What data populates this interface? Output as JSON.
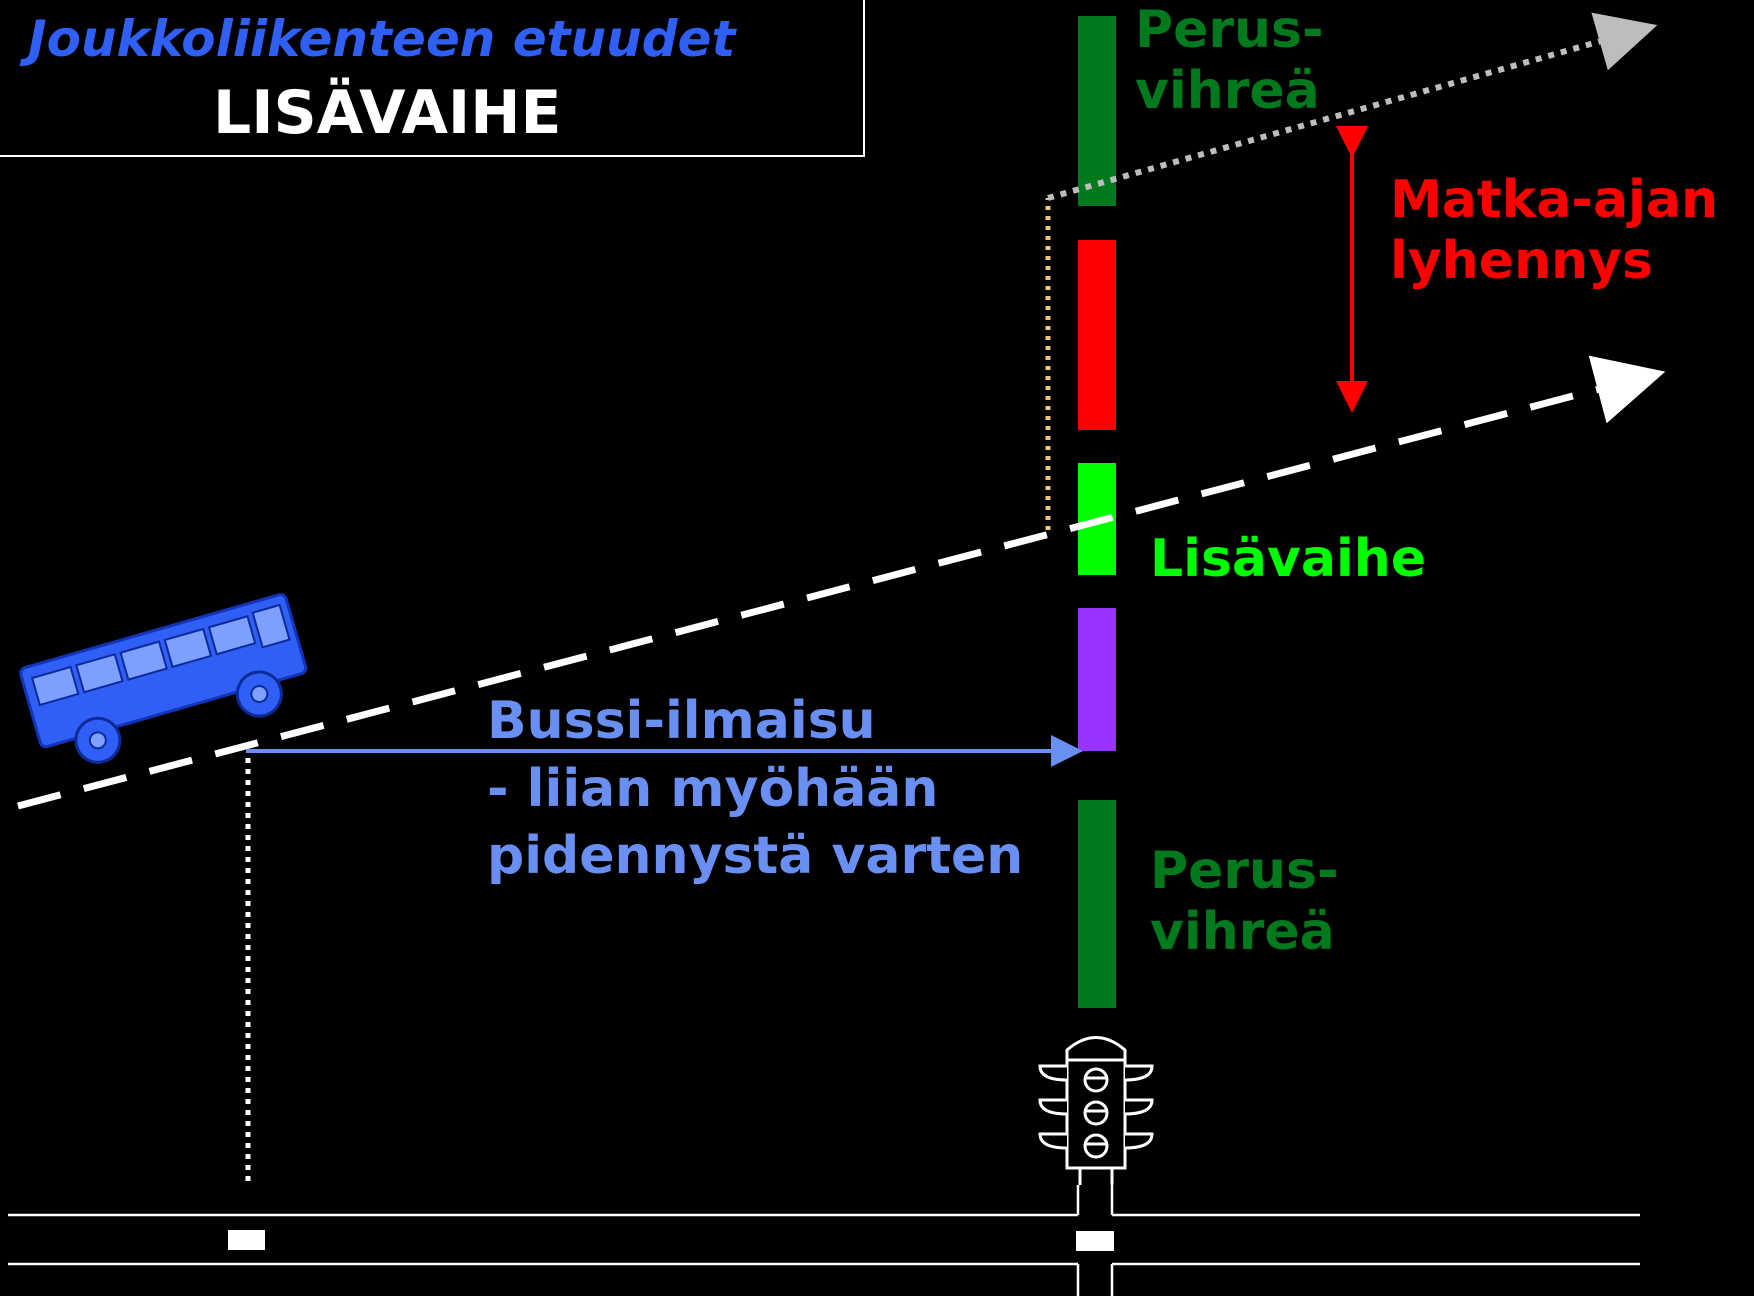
{
  "title": {
    "subtitle": "Joukkoliikenteen etuudet",
    "main": "LISÄVAIHE"
  },
  "labels": {
    "perusvihrea_top_1": "Perus-",
    "perusvihrea_top_2": "vihreä",
    "matka_1": "Matka-ajan",
    "matka_2": "lyhennys",
    "lisavaihe": "Lisävaihe",
    "bussi_1": "Bussi-ilmaisu",
    "bussi_2": "- liian myöhään",
    "bussi_3": "pidennystä varten",
    "perusvihrea_bottom_1": "Perus-",
    "perusvihrea_bottom_2": "vihreä"
  },
  "colors": {
    "background": "#000000",
    "subtitle": "#2f5ff5",
    "base_green": "#007a1c",
    "red_phase": "#ff0000",
    "extra_phase": "#00ff00",
    "detection_phase": "#9933ff",
    "bus": "#2f5ff5",
    "detection_text": "#6a8ff2",
    "reduction": "#ff0000",
    "trajectory_original": "#bdbdbd",
    "trajectory_actual": "#ffffff",
    "wait_line": "#f3c77a"
  },
  "icons": {
    "bus": "bus-icon",
    "traffic_light": "traffic-light-icon",
    "detector": "detector-icon"
  }
}
